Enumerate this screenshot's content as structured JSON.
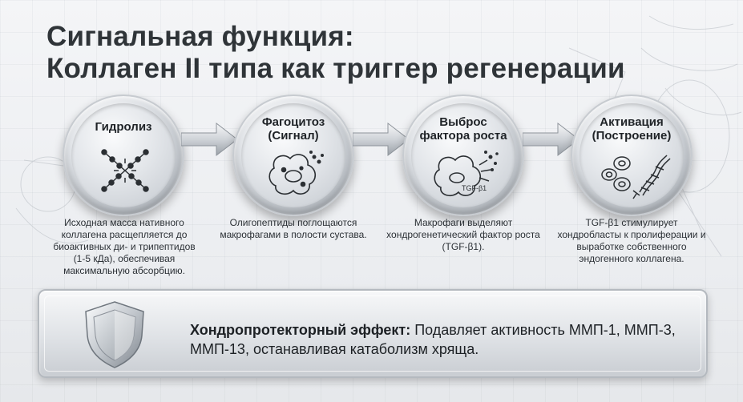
{
  "title": {
    "line1": "Сигнальная функция:",
    "line2": "Коллаген II типа как триггер регенерации"
  },
  "steps": [
    {
      "title_l1": "Гидролиз",
      "title_l2": "",
      "icon": "peptide-cleavage-icon",
      "description": "Исходная масса нативного коллагена расщепляется до биоактивных ди- и трипептидов (1-5 кДа), обеспечивая максимальную абсорбцию."
    },
    {
      "title_l1": "Фагоцитоз",
      "title_l2": "(Сигнал)",
      "icon": "macrophage-icon",
      "description": "Олигопептиды поглощаются макрофагами в полости сустава."
    },
    {
      "title_l1": "Выброс",
      "title_l2": "фактора роста",
      "icon": "growth-factor-release-icon",
      "icon_label": "TGF-β1",
      "description": "Макрофаги выделяют хондрогенетический фактор роста (TGF-β1)."
    },
    {
      "title_l1": "Активация",
      "title_l2": "(Построение)",
      "icon": "chondrocyte-collagen-icon",
      "description": "TGF-β1 стимулирует хондробласты к пролиферации и выработке собственного эндогенного коллагена."
    }
  ],
  "banner": {
    "icon": "shield-icon",
    "bold_text": "Хондропротекторный эффект:",
    "text": " Подавляет активность ММП-1, ММП-3, ММП-13, останавливая катаболизм хряща."
  }
}
